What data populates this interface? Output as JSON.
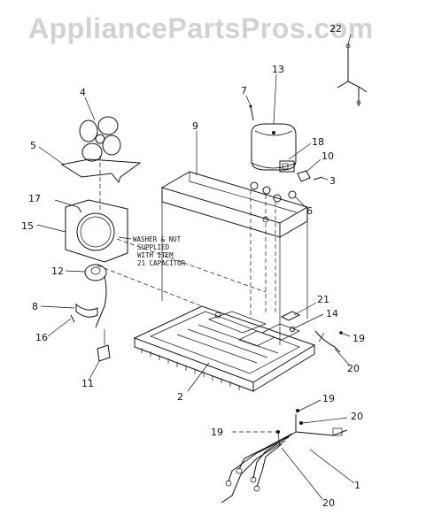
{
  "watermark": "AppliancePartsPros.com",
  "note_lines": [
    "WASHER & NUT",
    "SUPPLIED",
    "WITH ITEM",
    "21 CAPACITOR"
  ],
  "callouts": {
    "c1": "1",
    "c2": "2",
    "c3": "3",
    "c4": "4",
    "c5": "5",
    "c6": "6",
    "c7": "7",
    "c8": "8",
    "c9": "9",
    "c10": "10",
    "c11": "11",
    "c12": "12",
    "c13": "13",
    "c14": "14",
    "c15": "15",
    "c16": "16",
    "c17": "17",
    "c18": "18",
    "c19a": "19",
    "c19b": "19",
    "c19c": "19",
    "c20a": "20",
    "c20b": "20",
    "c20c": "20",
    "c21": "21",
    "c22": "22"
  }
}
